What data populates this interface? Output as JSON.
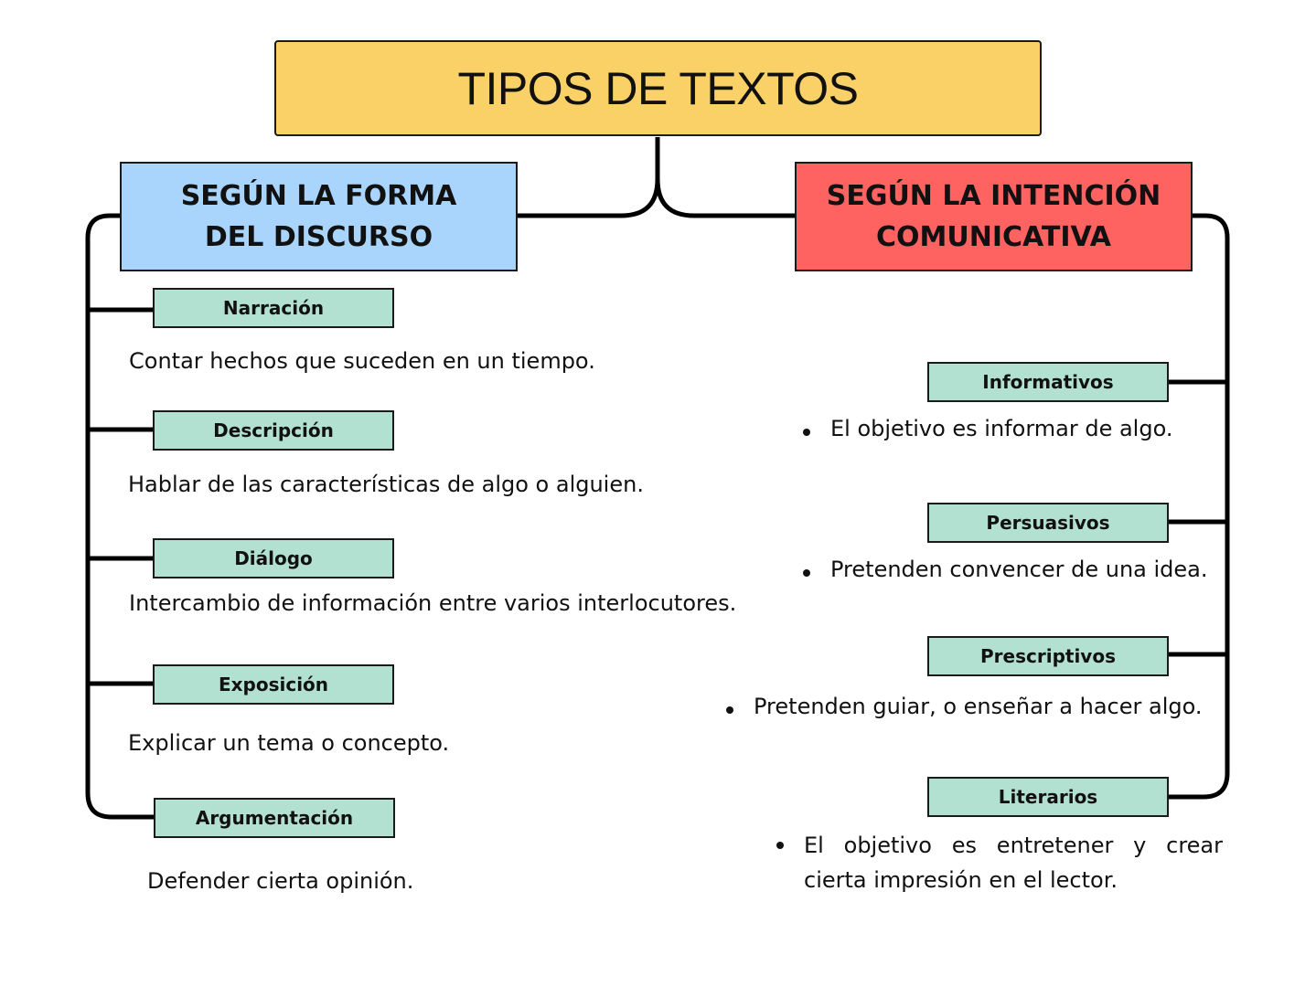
{
  "title": "TIPOS DE TEXTOS",
  "colors": {
    "title_bg": "#fad166",
    "left_category_bg": "#a9d4fb",
    "right_category_bg": "#fe6362",
    "subtype_bg": "#b3e1d1",
    "connector": "#000000"
  },
  "left": {
    "heading_line1": "SEGÚN LA FORMA",
    "heading_line2": "DEL DISCURSO",
    "items": [
      {
        "label": "Narración",
        "description": "Contar hechos que suceden en un tiempo."
      },
      {
        "label": "Descripción",
        "description": "Hablar de las características de algo o alguien."
      },
      {
        "label": "Diálogo",
        "description": "Intercambio de información entre varios interlocutores."
      },
      {
        "label": "Exposición",
        "description": "Explicar un tema o concepto."
      },
      {
        "label": "Argumentación",
        "description": "Defender cierta opinión."
      }
    ]
  },
  "right": {
    "heading_line1": "SEGÚN LA INTENCIÓN",
    "heading_line2": "COMUNICATIVA",
    "items": [
      {
        "label": "Informativos",
        "description": "El objetivo es informar de algo."
      },
      {
        "label": "Persuasivos",
        "description": "Pretenden convencer de una idea."
      },
      {
        "label": "Prescriptivos",
        "description": "Pretenden guiar, o enseñar a hacer algo."
      },
      {
        "label": "Literarios",
        "description": "El objetivo es entretener y crear cierta impresión en el lector."
      }
    ]
  }
}
